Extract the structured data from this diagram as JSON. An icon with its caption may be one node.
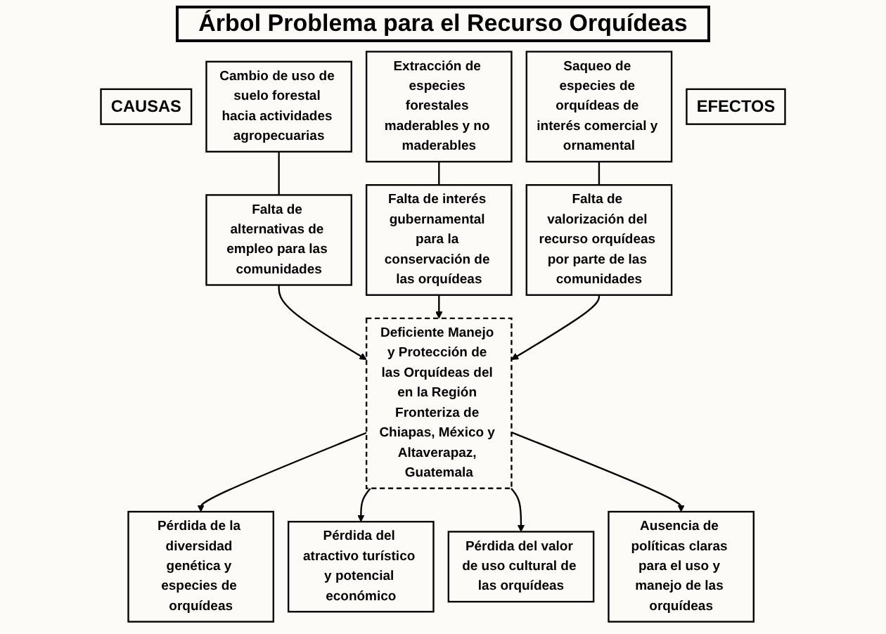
{
  "diagram": {
    "title": "Árbol Problema para el Recurso Orquídeas",
    "nodes": [
      {
        "text": [
          "CAUSAS"
        ]
      },
      {
        "text": [
          "Cambio de uso de suelo forestal hacia actividades agropecuarias"
        ]
      },
      {
        "text": [
          "Extracción de especies forestales maderables y no maderables"
        ]
      },
      {
        "text": [
          "Saqueo de especies de orquídeas de interés comercial y ornamental"
        ]
      },
      {
        "text": [
          "Falta de alternativas de empleo para las comunidades"
        ]
      },
      {
        "text": [
          "Falta de interés gubernamental para la conservación de las orquídeas"
        ]
      },
      {
        "text": [
          "Falta de valorización del recurso orquídeas por parte de las comunidades"
        ]
      },
      {
        "text": [
          "Deficiente Manejo y Protección de las Orquídeas del en la Región Fronteriza de Chiapas, México y Altaverapaz, Guatemala"
        ]
      },
      {
        "text": [
          "EFECTOS"
        ]
      },
      {
        "text": [
          "Pérdida de la diversidad genética y especies de orquídeas"
        ]
      },
      {
        "text": [
          "Pérdida del atractivo turístico y potencial económico"
        ]
      },
      {
        "text": [
          "Pérdida del valor de uso cultural de las orquídeas"
        ]
      },
      {
        "text": [
          "Ausencia de políticas claras para el uso y manejo de las orquídeas"
        ]
      }
    ],
    "edges": [
      {
        "from": 1,
        "to": 4,
        "arrow": "none"
      },
      {
        "from": 2,
        "to": 5,
        "arrow": "none"
      },
      {
        "from": 3,
        "to": 6,
        "arrow": "none"
      },
      {
        "from": 4,
        "to": 7,
        "arrow": "to"
      },
      {
        "from": 5,
        "to": 7,
        "arrow": "to"
      },
      {
        "from": 6,
        "to": 7,
        "arrow": "to"
      },
      {
        "from": 7,
        "to": 9,
        "arrow": "to"
      },
      {
        "from": 7,
        "to": 10,
        "arrow": "to"
      },
      {
        "from": 7,
        "to": 11,
        "arrow": "to"
      },
      {
        "from": 7,
        "to": 12,
        "arrow": "to"
      }
    ]
  }
}
